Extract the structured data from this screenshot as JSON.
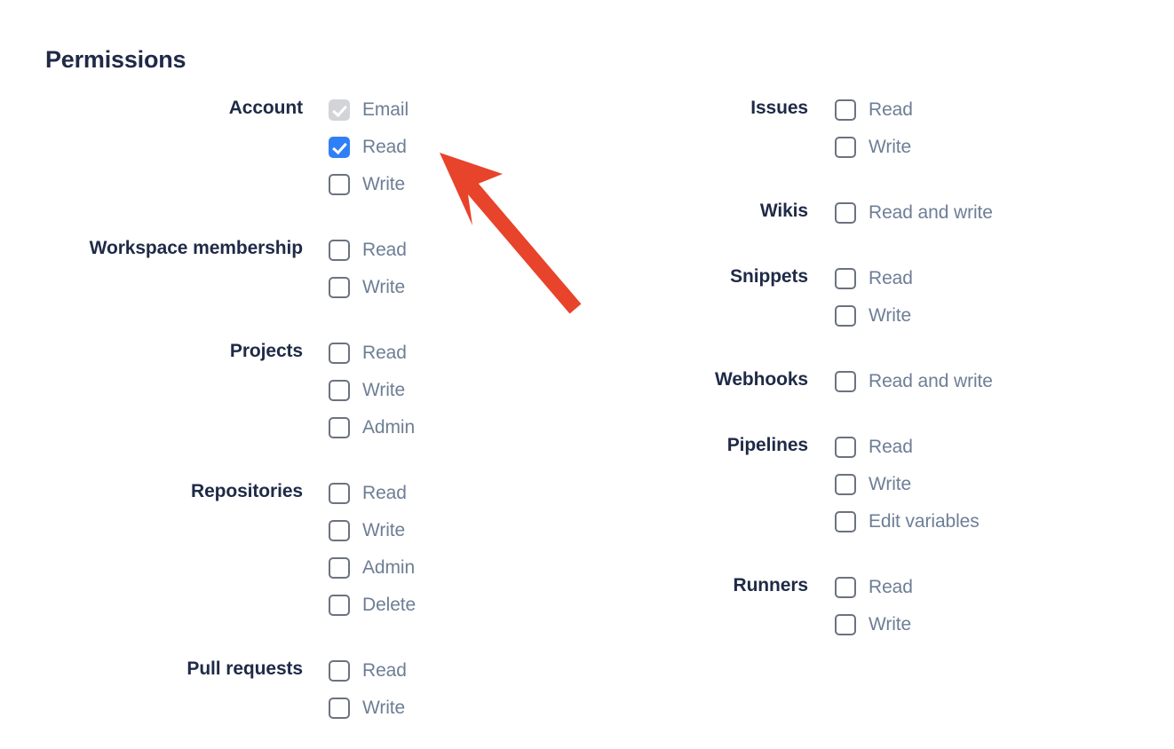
{
  "page": {
    "title": "Permissions",
    "accent_blue": "#2f80f7",
    "label_color": "#1f2a47",
    "option_color": "#6e7e95",
    "arrow_color": "#e8432b"
  },
  "annotation": {
    "arrow_icon": "arrow-pointer-up-left",
    "color": "#e8432b",
    "points_to": "Account Read checkbox"
  },
  "columns": {
    "left": [
      {
        "label": "Account",
        "options": [
          {
            "label": "Email",
            "state": "disabled-checked"
          },
          {
            "label": "Read",
            "state": "checked"
          },
          {
            "label": "Write",
            "state": "unchecked"
          }
        ]
      },
      {
        "label": "Workspace membership",
        "options": [
          {
            "label": "Read",
            "state": "unchecked"
          },
          {
            "label": "Write",
            "state": "unchecked"
          }
        ]
      },
      {
        "label": "Projects",
        "options": [
          {
            "label": "Read",
            "state": "unchecked"
          },
          {
            "label": "Write",
            "state": "unchecked"
          },
          {
            "label": "Admin",
            "state": "unchecked"
          }
        ]
      },
      {
        "label": "Repositories",
        "options": [
          {
            "label": "Read",
            "state": "unchecked"
          },
          {
            "label": "Write",
            "state": "unchecked"
          },
          {
            "label": "Admin",
            "state": "unchecked"
          },
          {
            "label": "Delete",
            "state": "unchecked"
          }
        ]
      },
      {
        "label": "Pull requests",
        "options": [
          {
            "label": "Read",
            "state": "unchecked"
          },
          {
            "label": "Write",
            "state": "unchecked"
          }
        ]
      }
    ],
    "right": [
      {
        "label": "Issues",
        "options": [
          {
            "label": "Read",
            "state": "unchecked"
          },
          {
            "label": "Write",
            "state": "unchecked"
          }
        ]
      },
      {
        "label": "Wikis",
        "options": [
          {
            "label": "Read and write",
            "state": "unchecked"
          }
        ]
      },
      {
        "label": "Snippets",
        "options": [
          {
            "label": "Read",
            "state": "unchecked"
          },
          {
            "label": "Write",
            "state": "unchecked"
          }
        ]
      },
      {
        "label": "Webhooks",
        "options": [
          {
            "label": "Read and write",
            "state": "unchecked"
          }
        ]
      },
      {
        "label": "Pipelines",
        "options": [
          {
            "label": "Read",
            "state": "unchecked"
          },
          {
            "label": "Write",
            "state": "unchecked"
          },
          {
            "label": "Edit variables",
            "state": "unchecked"
          }
        ]
      },
      {
        "label": "Runners",
        "options": [
          {
            "label": "Read",
            "state": "unchecked"
          },
          {
            "label": "Write",
            "state": "unchecked"
          }
        ]
      }
    ]
  }
}
